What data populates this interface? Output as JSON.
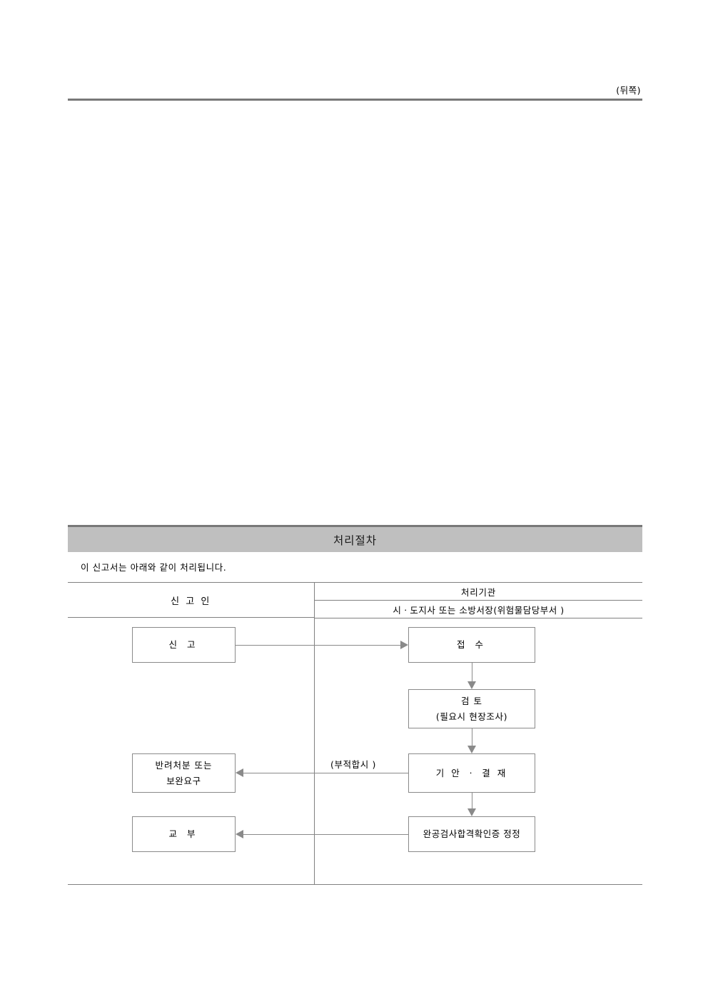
{
  "header": {
    "side_label": "(뒤쪽)"
  },
  "procedure": {
    "title": "처리절차",
    "note": "이 신고서는 아래와 같이 처리됩니다.",
    "columns": {
      "applicant": "신 고 인",
      "agency": "처리기관",
      "agency_detail": "시ㆍ도지사  또는 소방서장(위험물담당부서 )"
    },
    "nodes": {
      "report": "신 고",
      "receipt": "접 수",
      "review_line1": "검 토",
      "review_line2": "(필요시 현장조사)",
      "reject_line1": "반려처분 또는",
      "reject_line2": "보완요구",
      "draft": "기 안 ㆍ 결 재",
      "correction": "완공검사합격확인증 정정",
      "issue": "교 부"
    },
    "edges": {
      "unsuitable": "(부적합시 )"
    }
  },
  "colors": {
    "title_bar": "#bfbfbf",
    "rule": "#787878",
    "line": "#808080",
    "connector": "#8a8a8a"
  }
}
